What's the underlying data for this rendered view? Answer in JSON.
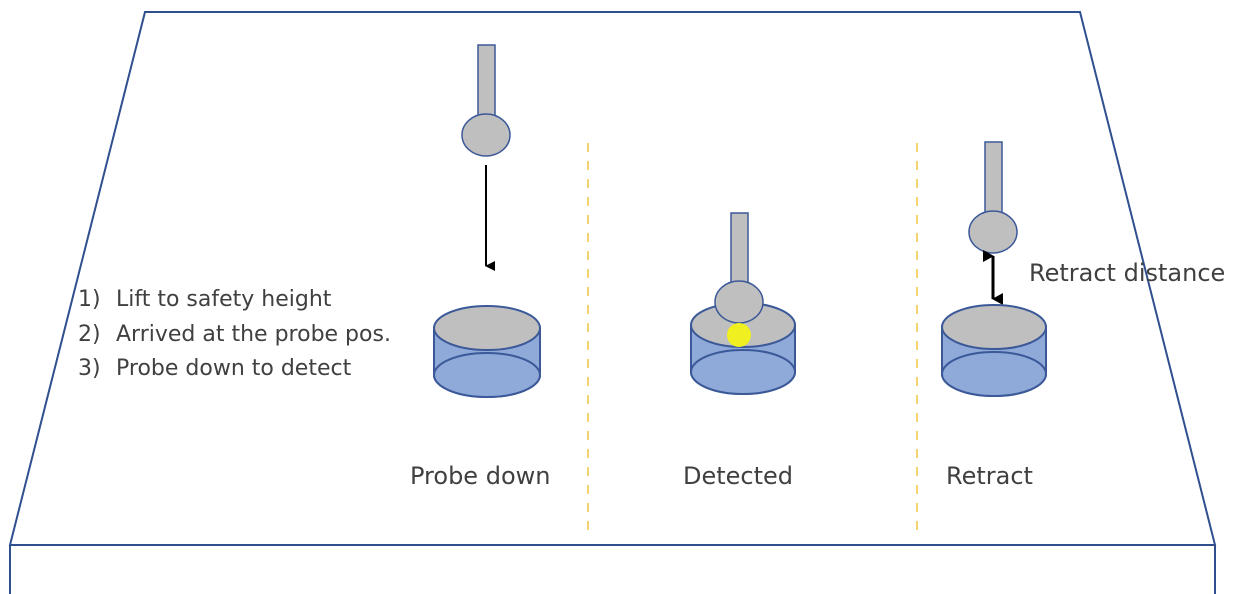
{
  "steps": [
    {
      "number": "1)",
      "text": "Lift to safety height"
    },
    {
      "number": "2)",
      "text": "Arrived at the probe pos."
    },
    {
      "number": "3)",
      "text": "Probe down to detect"
    }
  ],
  "panels": {
    "probe_down": {
      "caption": "Probe down"
    },
    "detected": {
      "caption": "Detected"
    },
    "retract": {
      "caption": "Retract",
      "annotation": "Retract distance"
    }
  },
  "colors": {
    "outline": "#2f4f8f",
    "probe_fill": "#bfbfbf",
    "probe_stroke": "#3b5998",
    "cylinder_fill": "#8fa9d9",
    "cylinder_top": "#bfbfbf",
    "contact_point": "#f0f020",
    "divider": "#f2c94c"
  }
}
